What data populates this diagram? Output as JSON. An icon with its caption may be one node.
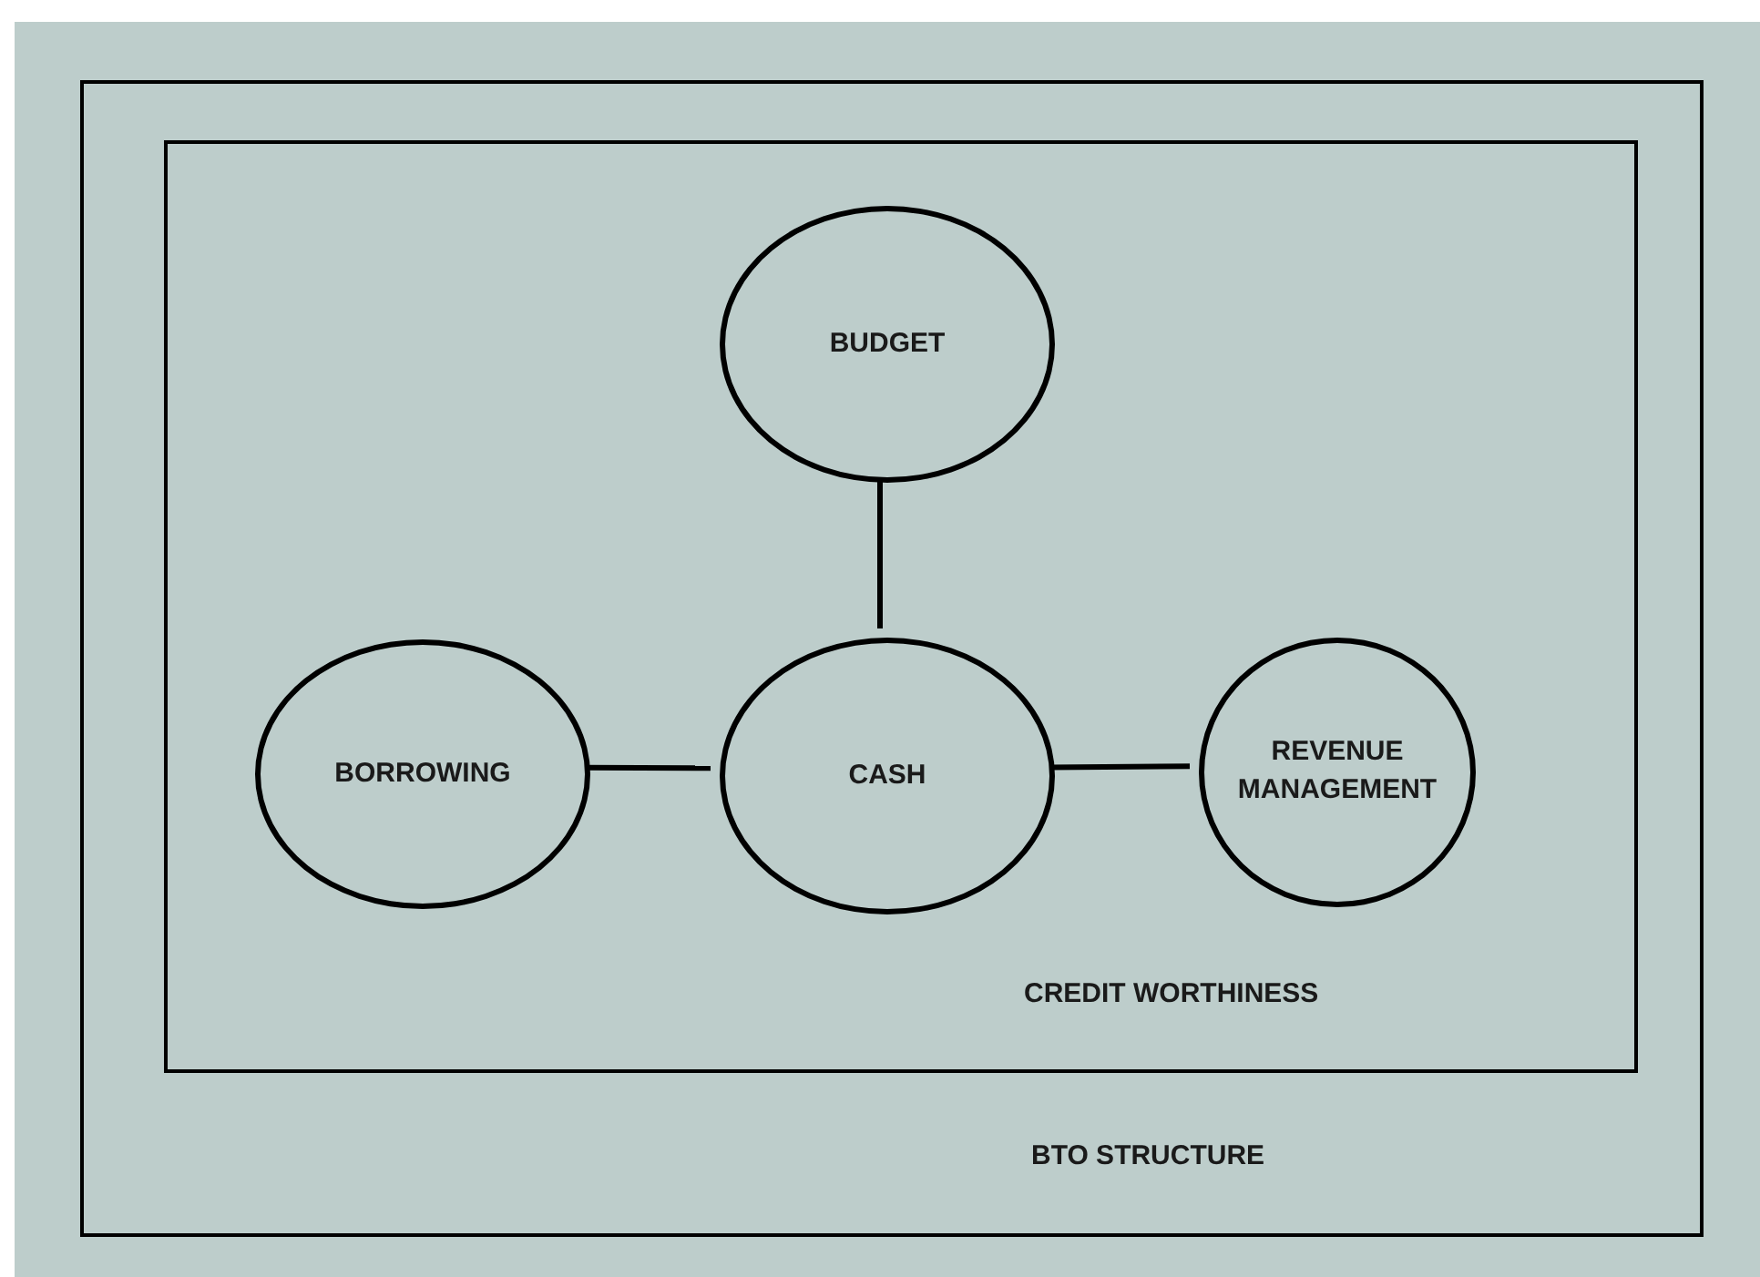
{
  "diagram": {
    "nodes": [
      {
        "text": [
          "BTO STRUCTURE"
        ]
      },
      {
        "text": [
          "CREDIT WORTHINESS"
        ],
        "in": 0
      },
      {
        "text": [
          "BUDGET"
        ],
        "in": 1
      },
      {
        "text": [
          "BORROWING"
        ],
        "in": 1
      },
      {
        "text": [
          "CASH"
        ],
        "in": 1
      },
      {
        "text": [
          "REVENUE MANAGEMENT"
        ],
        "in": 1
      }
    ],
    "edges": [
      {
        "from": 2,
        "to": 4,
        "arrow": "none"
      },
      {
        "from": 3,
        "to": 4,
        "arrow": "none"
      },
      {
        "from": 4,
        "to": 5,
        "arrow": "none"
      }
    ]
  }
}
